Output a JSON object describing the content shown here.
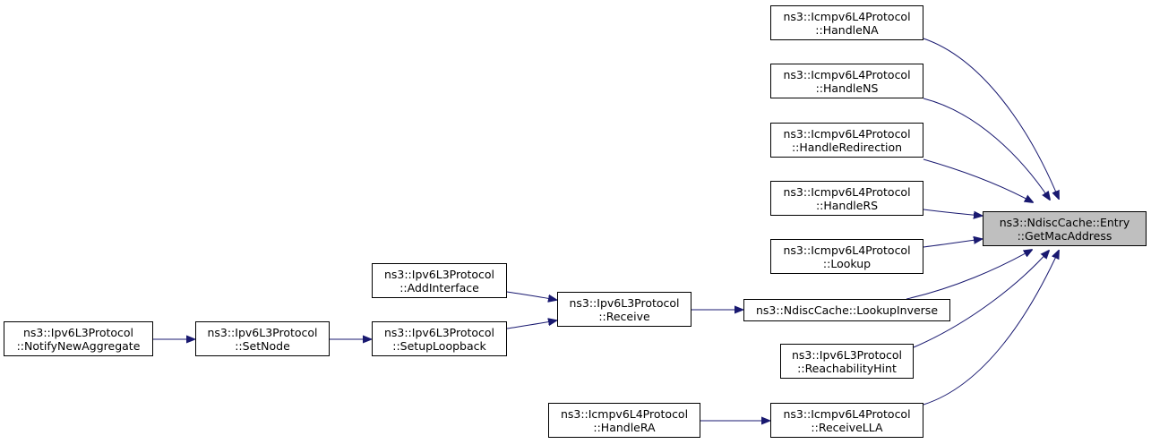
{
  "diagram": {
    "edge_color": "#191970",
    "root_fill": "#bfbfbf",
    "nodes": {
      "root": {
        "line1": "ns3::NdiscCache::Entry",
        "line2": "::GetMacAddress"
      },
      "handle_na": {
        "line1": "ns3::Icmpv6L4Protocol",
        "line2": "::HandleNA"
      },
      "handle_ns": {
        "line1": "ns3::Icmpv6L4Protocol",
        "line2": "::HandleNS"
      },
      "handle_redirection": {
        "line1": "ns3::Icmpv6L4Protocol",
        "line2": "::HandleRedirection"
      },
      "handle_rs": {
        "line1": "ns3::Icmpv6L4Protocol",
        "line2": "::HandleRS"
      },
      "lookup": {
        "line1": "ns3::Icmpv6L4Protocol",
        "line2": "::Lookup"
      },
      "lookup_inverse": {
        "line1": "ns3::NdiscCache::LookupInverse"
      },
      "reachability_hint": {
        "line1": "ns3::Ipv6L3Protocol",
        "line2": "::ReachabilityHint"
      },
      "receive_lla": {
        "line1": "ns3::Icmpv6L4Protocol",
        "line2": "::ReceiveLLA"
      },
      "receive": {
        "line1": "ns3::Ipv6L3Protocol",
        "line2": "::Receive"
      },
      "handle_ra": {
        "line1": "ns3::Icmpv6L4Protocol",
        "line2": "::HandleRA"
      },
      "add_interface": {
        "line1": "ns3::Ipv6L3Protocol",
        "line2": "::AddInterface"
      },
      "setup_loopback": {
        "line1": "ns3::Ipv6L3Protocol",
        "line2": "::SetupLoopback"
      },
      "set_node": {
        "line1": "ns3::Ipv6L3Protocol",
        "line2": "::SetNode"
      },
      "notify_new_aggregate": {
        "line1": "ns3::Ipv6L3Protocol",
        "line2": "::NotifyNewAggregate"
      }
    },
    "edges": [
      {
        "from": "handle_na",
        "to": "root"
      },
      {
        "from": "handle_ns",
        "to": "root"
      },
      {
        "from": "handle_redirection",
        "to": "root"
      },
      {
        "from": "handle_rs",
        "to": "root"
      },
      {
        "from": "lookup",
        "to": "root"
      },
      {
        "from": "lookup_inverse",
        "to": "root"
      },
      {
        "from": "reachability_hint",
        "to": "root"
      },
      {
        "from": "receive_lla",
        "to": "root"
      },
      {
        "from": "receive",
        "to": "lookup_inverse"
      },
      {
        "from": "handle_ra",
        "to": "receive_lla"
      },
      {
        "from": "add_interface",
        "to": "receive"
      },
      {
        "from": "setup_loopback",
        "to": "receive"
      },
      {
        "from": "set_node",
        "to": "setup_loopback"
      },
      {
        "from": "notify_new_aggregate",
        "to": "set_node"
      }
    ]
  }
}
